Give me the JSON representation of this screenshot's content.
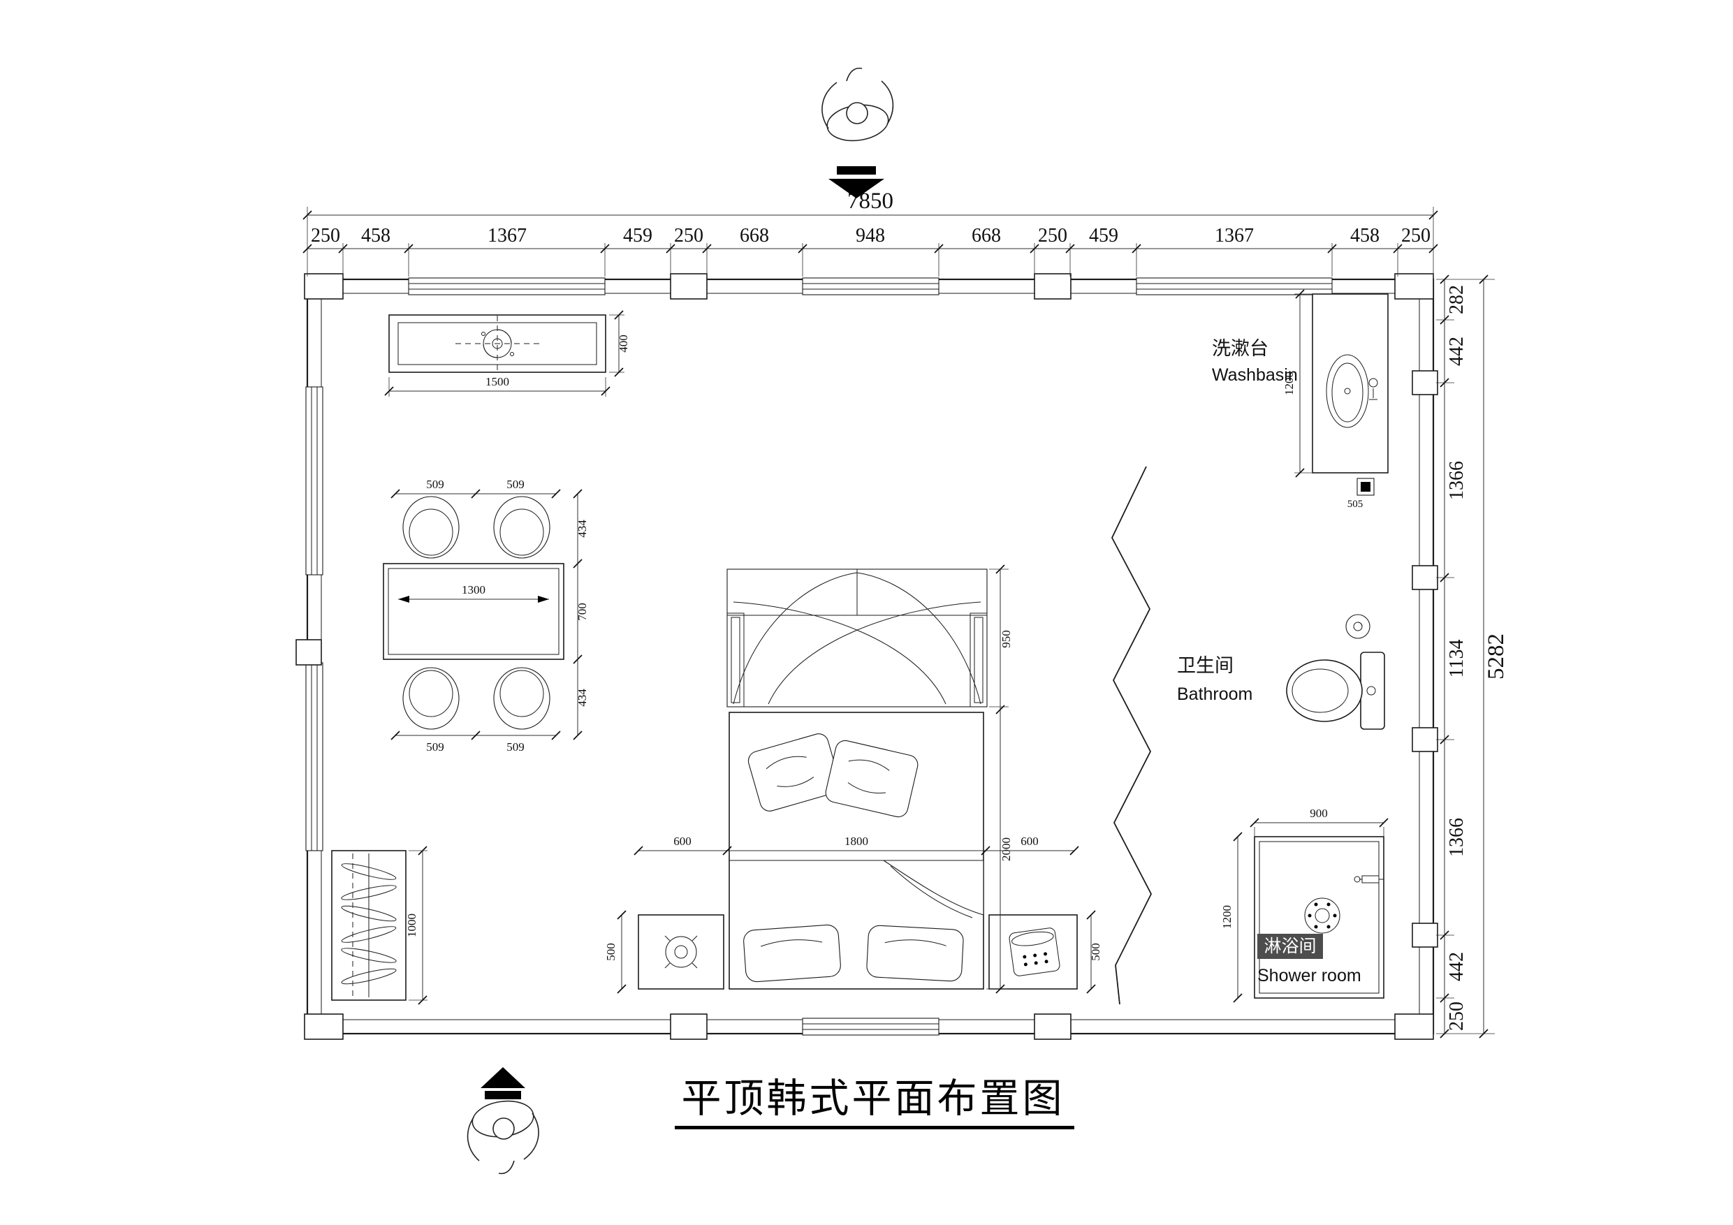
{
  "page": {
    "title_text": "平顶韩式平面布置图"
  },
  "dims": {
    "top_total": "7850",
    "top_segments": [
      "250",
      "458",
      "1367",
      "459",
      "250",
      "668",
      "948",
      "668",
      "250",
      "459",
      "1367",
      "458",
      "250"
    ],
    "right_total": "5282",
    "right_segments": [
      "282",
      "442",
      "1366",
      "1134",
      "1366",
      "442",
      "250"
    ],
    "light": {
      "width": "1500",
      "depth": "400"
    },
    "table": {
      "length": "1300",
      "top": [
        "509",
        "509"
      ],
      "side": [
        "434",
        "700",
        "434"
      ],
      "bottom": [
        "509",
        "509"
      ]
    },
    "wardrobe": {
      "depth": "1000"
    },
    "bed": {
      "canopy_depth": "950",
      "length": "2000",
      "width_chain": [
        "600",
        "1800",
        "600"
      ],
      "nightstand_left": "500",
      "nightstand_right": "500"
    },
    "washbasin": {
      "counter_length": "1200",
      "drain": "505"
    },
    "shower": {
      "width": "900",
      "depth": "1200"
    }
  },
  "rooms": {
    "washbasin": {
      "cn": "洗漱台",
      "en": "Washbasin"
    },
    "bathroom": {
      "cn": "卫生间",
      "en": "Bathroom"
    },
    "shower": {
      "cn": "淋浴间",
      "en": "Shower room"
    }
  },
  "colors": {
    "ink": "#1b1b1b",
    "dim_line": "#2f2f2f",
    "highlight_chip": "#4d4d4d",
    "paper": "#ffffff"
  }
}
